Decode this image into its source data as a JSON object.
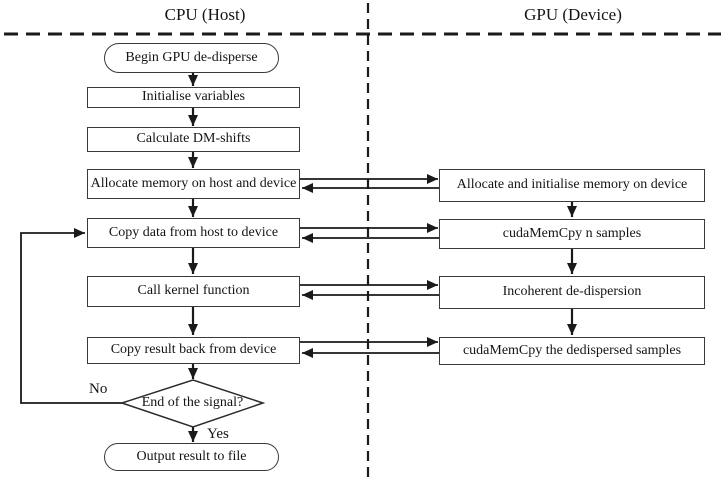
{
  "headers": {
    "cpu": "CPU (Host)",
    "gpu": "GPU (Device)"
  },
  "cpu_nodes": {
    "begin": "Begin GPU de-disperse",
    "init": "Initialise variables",
    "calc": "Calculate DM-shifts",
    "alloc": "Allocate memory on host and device",
    "copy_to_device": "Copy data from host to device",
    "call_kernel": "Call kernel function",
    "copy_back": "Copy result back from device",
    "decision": "End of the signal?",
    "output": "Output result to file"
  },
  "gpu_nodes": {
    "alloc": "Allocate and initialise memory on device",
    "memcpy_in": "cudaMemCpy n samples",
    "dedisperse": "Incoherent de-dispersion",
    "memcpy_out": "cudaMemCpy the dedispersed samples"
  },
  "branch_labels": {
    "no": "No",
    "yes": "Yes"
  },
  "colors": {
    "line": "#1a1a1a",
    "box_border": "#3a3a3a",
    "box_fill": "#ffffff",
    "text": "#141414",
    "background": "#ffffff"
  }
}
